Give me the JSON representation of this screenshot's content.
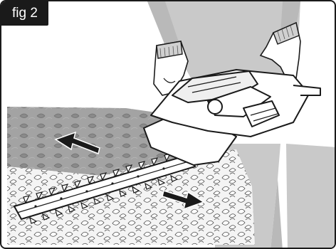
{
  "figure": {
    "label": "fig 2"
  },
  "illustration": {
    "subject": "hedge-trimmer-operation",
    "arrows": [
      "arrow-up-left",
      "arrow-down-right"
    ],
    "colors": {
      "outline": "#1a1a1a",
      "person": "#c8c8c8",
      "hedge_top": "#9a9a9a",
      "leaf_light": "#f2f2f2",
      "background": "#ffffff"
    }
  }
}
